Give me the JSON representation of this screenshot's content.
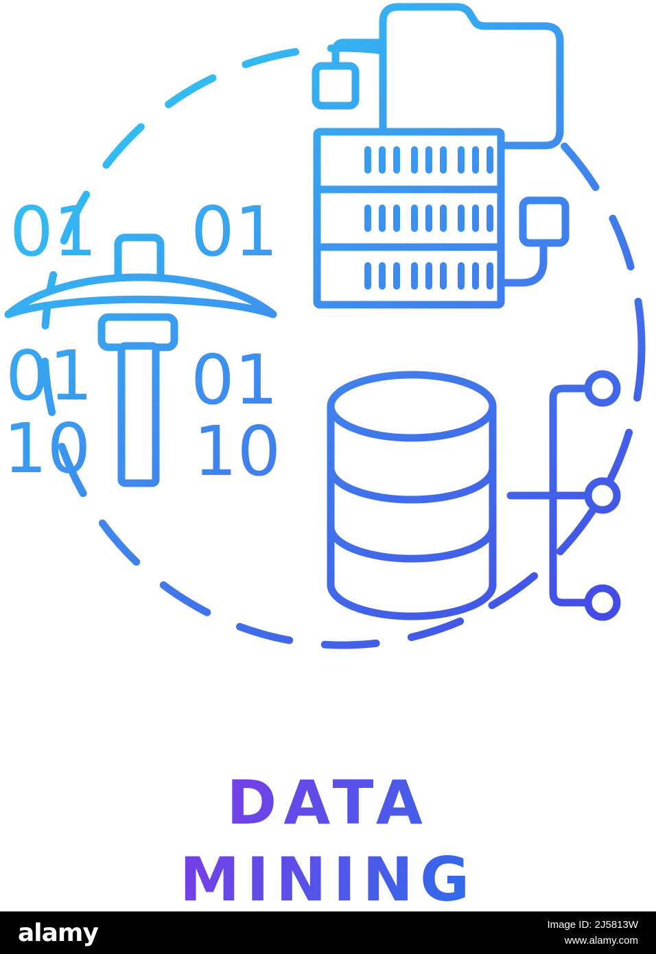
{
  "illustration": {
    "binary": {
      "top_left": "01",
      "top_right": "01",
      "mid_left": "01",
      "mid_right": "01",
      "bottom_left": "10",
      "bottom_right": "10"
    },
    "icons": {
      "dashed_circle": "dashed-circle",
      "pickaxe": "pickaxe-icon",
      "folder": "folder-icon",
      "data_table": "server-table-icon",
      "small_connector_squares": "connector-square-icon",
      "database": "database-cylinder-icon",
      "hierarchy": "hierarchy-tree-icon"
    },
    "colors": {
      "gradient_start": "#2ECDF4",
      "gradient_mid": "#3F87EE",
      "gradient_end": "#4348E5",
      "title_gradient_start": "#7B3BE8",
      "title_gradient_end": "#2F6CEA"
    }
  },
  "title": {
    "line1": "DATA",
    "line2": "MINING"
  },
  "footer": {
    "brand": "alamy",
    "image_id": "Image ID: 2J5813W",
    "website": "www.alamy.com"
  }
}
